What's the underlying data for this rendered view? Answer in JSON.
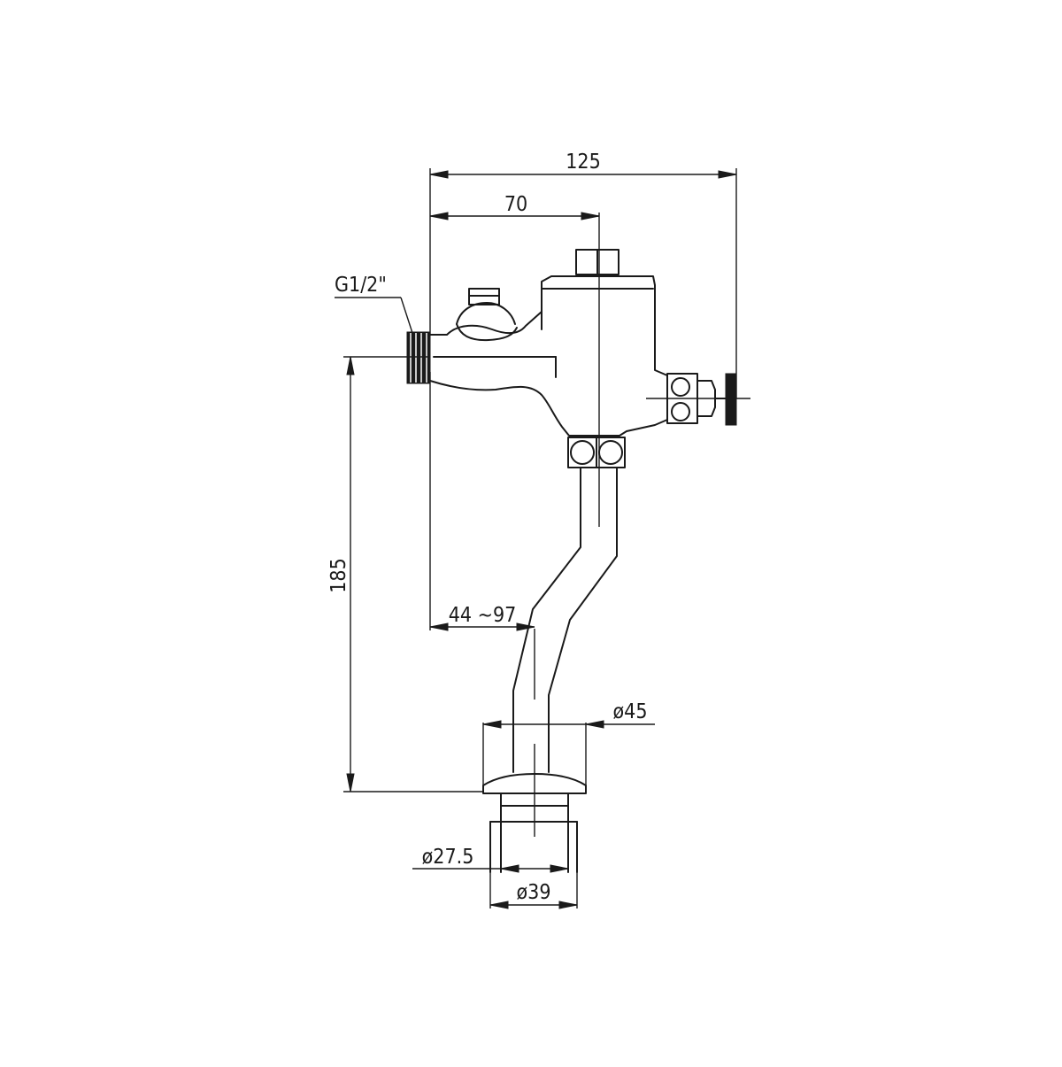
{
  "drawing": {
    "dimensions": {
      "overall_width": "125",
      "inlet_to_axis": "70",
      "thread": "G1/2\"",
      "height": "185",
      "adjust_range": "44 ~97",
      "flange_diameter": "ø45",
      "spud_outer_diameter": "ø39",
      "spud_inner_diameter": "ø27.5"
    }
  }
}
